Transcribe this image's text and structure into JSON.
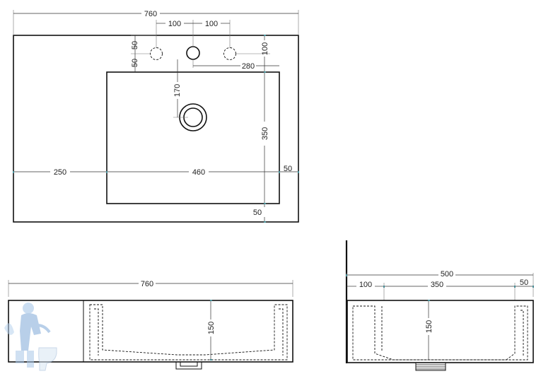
{
  "top_view": {
    "overall_width": "760",
    "hole_spacing_left": "100",
    "hole_spacing_right": "100",
    "hole_offset_top": "50",
    "hole_row_offset": "50",
    "hole_depth_right": "100",
    "tap_to_bowl_edge": "280",
    "drain_offset": "170",
    "bowl_depth": "350",
    "left_deck": "250",
    "bowl_width": "460",
    "right_margin": "50",
    "bottom_margin": "50"
  },
  "front_view": {
    "overall_width": "760",
    "bowl_height": "150"
  },
  "side_view": {
    "overall_depth": "500",
    "back_margin": "100",
    "bowl_depth": "350",
    "front_margin": "50",
    "bowl_height": "150"
  }
}
